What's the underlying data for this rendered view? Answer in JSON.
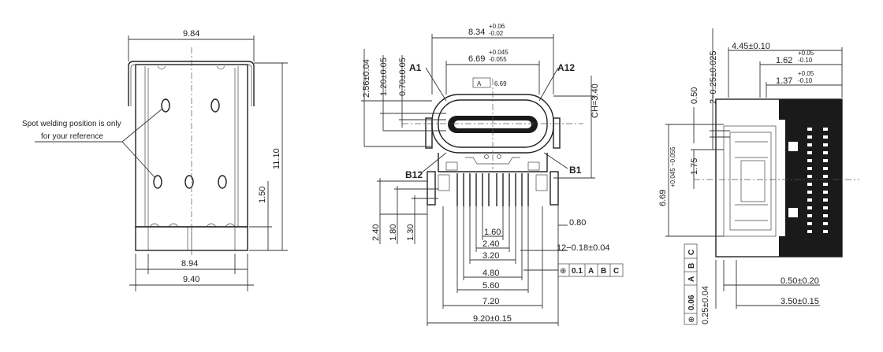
{
  "left_view": {
    "width_top": "9.84",
    "height": "11.10",
    "pin_height": "1.50",
    "width_inner": "8.94",
    "width_outer": "9.40",
    "note_line1": "Spot welding position is only",
    "note_line2": "for your reference"
  },
  "front_view": {
    "top_width": "8.34",
    "top_width_tol_up": "+0.06",
    "top_width_tol_dn": "-0.02",
    "inner_width": "6.69",
    "inner_width_tol_up": "+0.045",
    "inner_width_tol_dn": "-0.055",
    "datum_a": "A",
    "datum_a_value": "6.69",
    "pin_a1": "A1",
    "pin_a12": "A12",
    "pin_b12": "B12",
    "pin_b1": "B1",
    "dim_256": "2.56±0.04",
    "dim_120": "1.20±0.05",
    "dim_070": "0.70±0.05",
    "dim_ch": "CH=3.40",
    "dim_240v": "2.40",
    "dim_180": "1.80",
    "dim_130": "1.30",
    "dim_080": "0.80",
    "dim_160": "1.60",
    "dim_240": "2.40",
    "dim_320": "3.20",
    "dim_12pins": "12−0.18±0.04",
    "dim_480": "4.80",
    "dim_560": "5.60",
    "dim_720": "7.20",
    "dim_920": "9.20±0.15",
    "fcf_tol": "0.1",
    "fcf_a": "A",
    "fcf_b": "B",
    "fcf_c": "C"
  },
  "side_view": {
    "dim_445": "4.45±0.10",
    "dim_162": "1.62",
    "dim_162_up": "+0.05",
    "dim_162_dn": "-0.10",
    "dim_137": "1.37",
    "dim_137_up": "+0.05",
    "dim_137_dn": "-0.10",
    "dim_050": "0.50",
    "dim_2025": "2−0.25±0.025",
    "dim_669": "6.69",
    "dim_669_tol": "+0.045 −0.055",
    "dim_175": "1.75",
    "dim_050b": "0.50±0.20",
    "dim_350": "3.50±0.15",
    "dim_025": "0.25±0.04",
    "fcf_tol": "0.06",
    "fcf_a": "A",
    "fcf_b": "B",
    "fcf_c": "C"
  },
  "colors": {
    "line": "#222222",
    "fill_dark": "#1a1a1a",
    "background": "#ffffff"
  }
}
